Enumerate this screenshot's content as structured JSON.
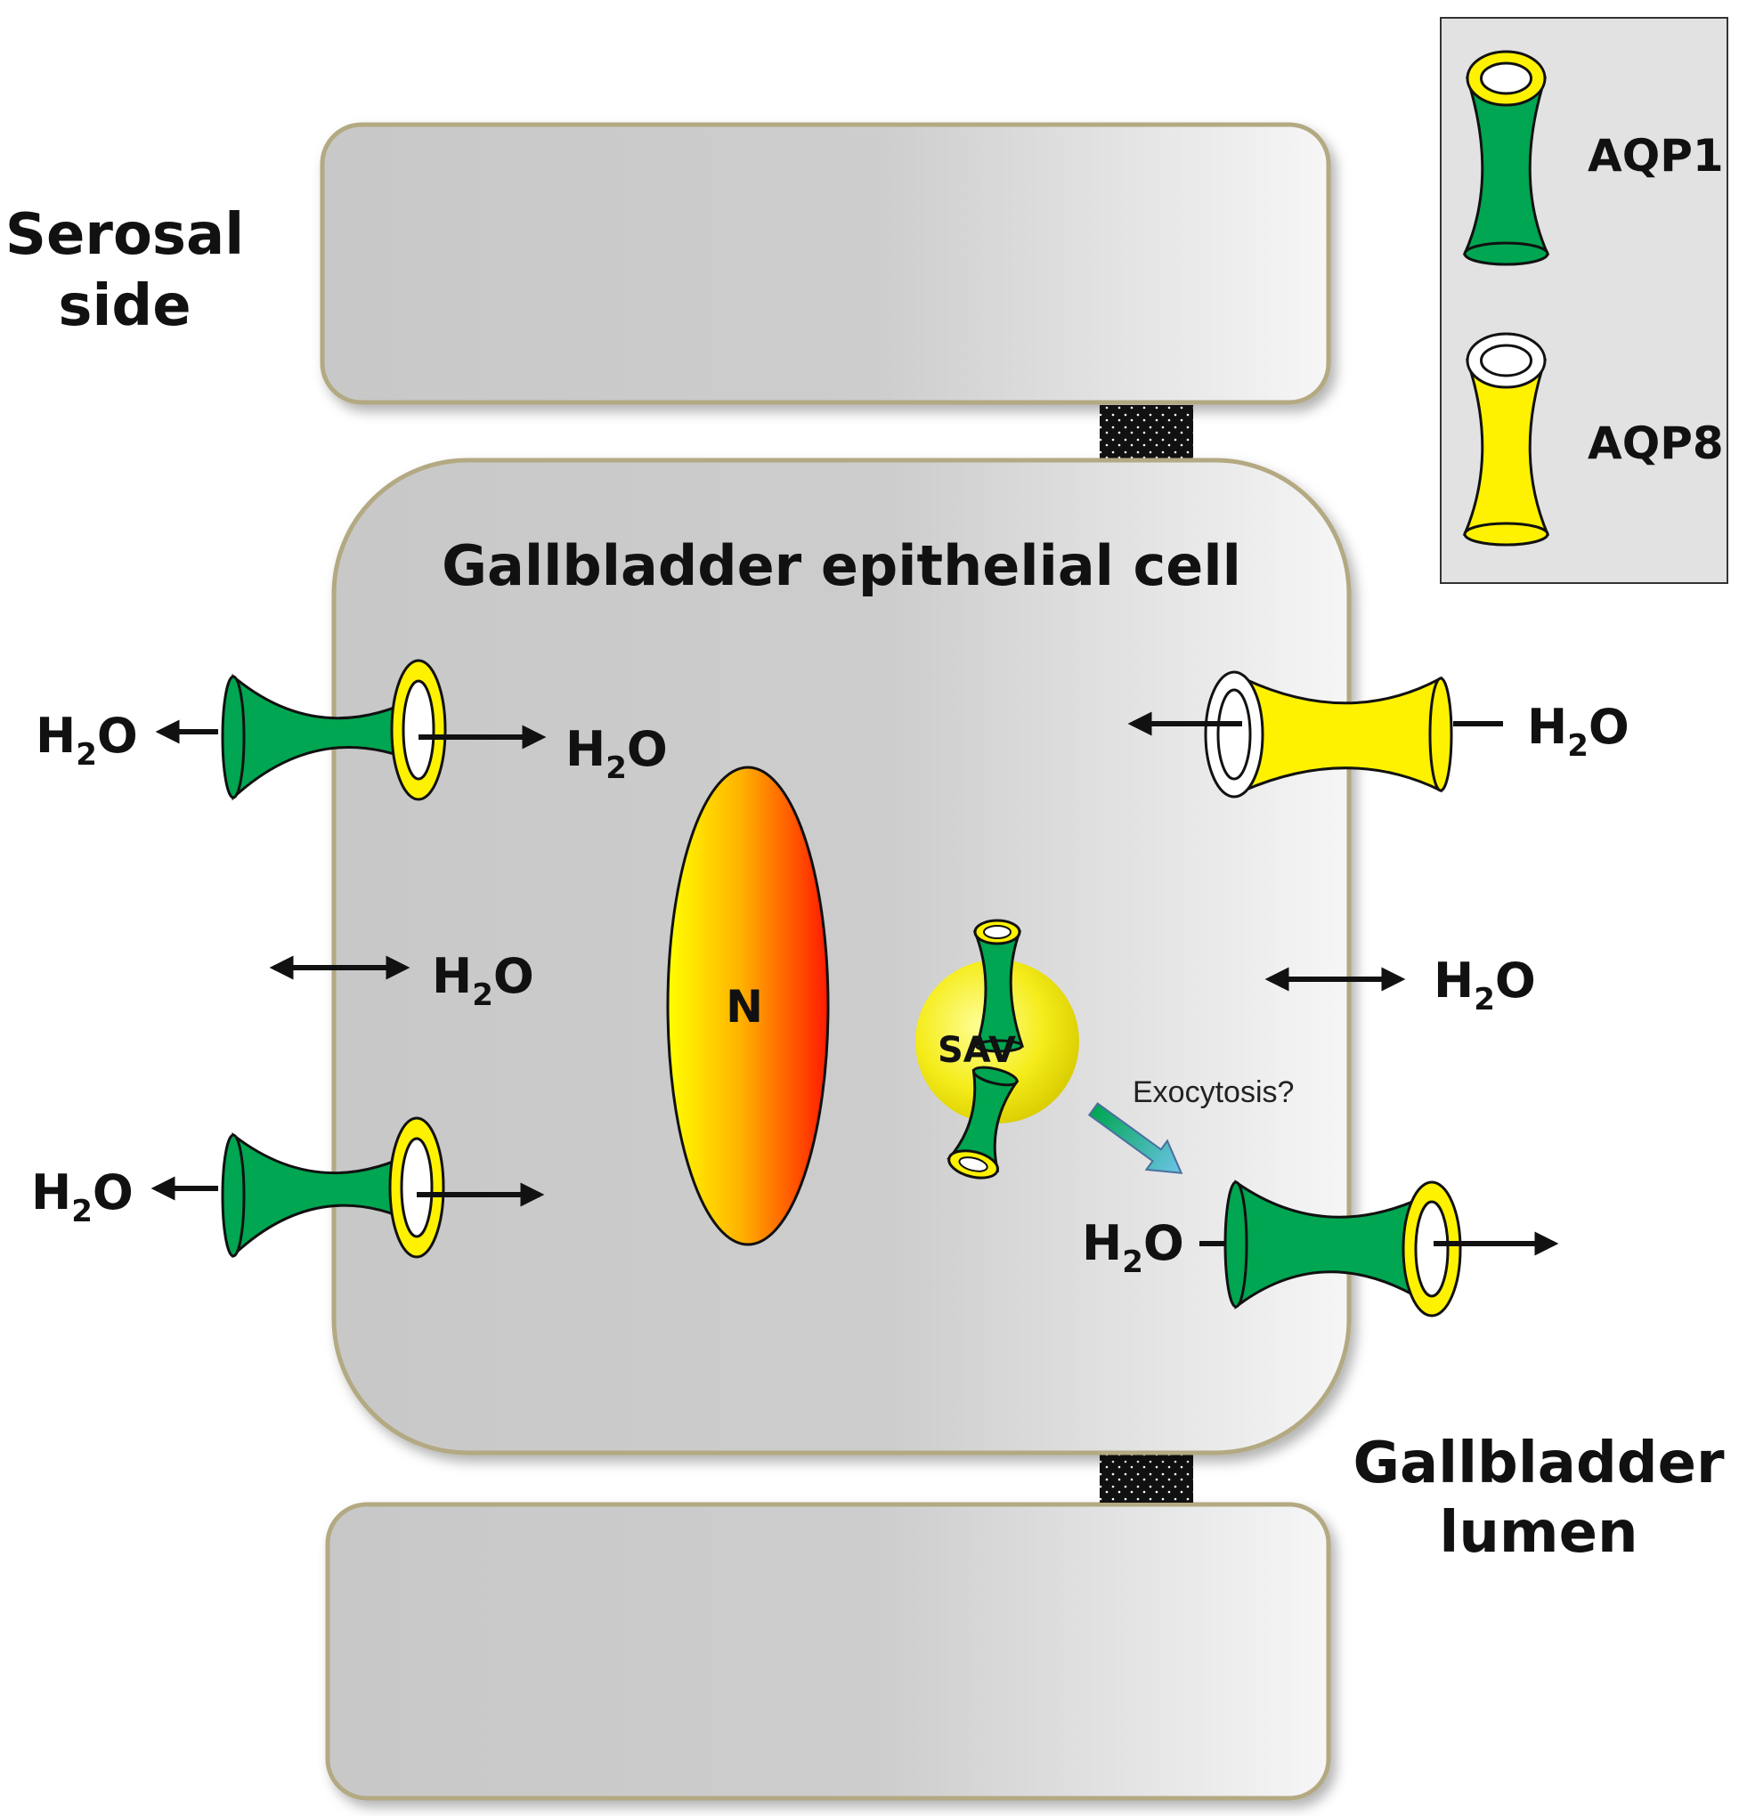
{
  "labels": {
    "serosal_line1": "Serosal",
    "serosal_line2": "side",
    "lumen_line1": "Gallbladder",
    "lumen_line2": "lumen",
    "cell_title": "Gallbladder epithelial cell",
    "nucleus": "N",
    "vesicle": "SAV",
    "exocytosis": "Exocytosis?"
  },
  "water": {
    "h": "H",
    "sub": "2",
    "o": "O"
  },
  "legend": {
    "aqp1": "AQP1",
    "aqp8": "AQP8"
  },
  "colors": {
    "aqp1_body": "#00a651",
    "aqp1_rim": "#fff200",
    "aqp8_body": "#fff200",
    "aqp8_rim": "#ffffff",
    "cell_gray": "#c8c8c8",
    "border": "#b3a982",
    "junction": "#111111",
    "nucleus_start": "#ffff00",
    "nucleus_end": "#ff1a00",
    "exocytosis_arrow_start": "#00a651",
    "exocytosis_arrow_end": "#6cc4e8"
  }
}
